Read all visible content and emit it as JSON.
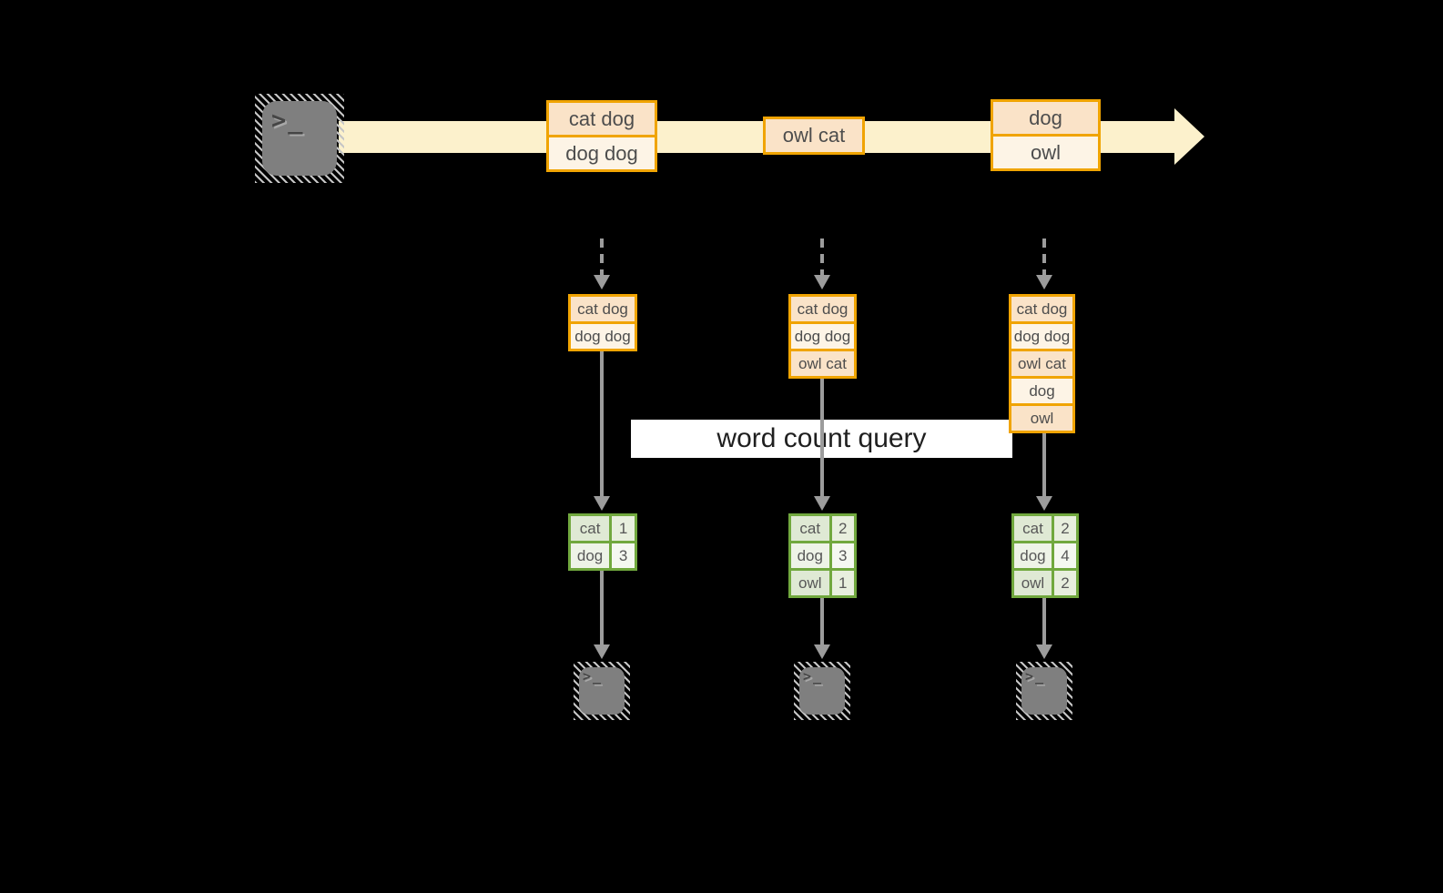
{
  "diagram": {
    "query_label": "word count query",
    "stream": {
      "batches": [
        {
          "cells": [
            "cat dog",
            "dog dog"
          ]
        },
        {
          "cells": [
            "owl cat"
          ]
        },
        {
          "cells": [
            "dog",
            "owl"
          ]
        }
      ]
    },
    "columns": [
      {
        "state": [
          "cat dog",
          "dog dog"
        ],
        "counts": [
          {
            "word": "cat",
            "count": "1"
          },
          {
            "word": "dog",
            "count": "3"
          }
        ]
      },
      {
        "state": [
          "cat dog",
          "dog dog",
          "owl cat"
        ],
        "counts": [
          {
            "word": "cat",
            "count": "2"
          },
          {
            "word": "dog",
            "count": "3"
          },
          {
            "word": "owl",
            "count": "1"
          }
        ]
      },
      {
        "state": [
          "cat dog",
          "dog dog",
          "owl cat",
          "dog",
          "owl"
        ],
        "counts": [
          {
            "word": "cat",
            "count": "2"
          },
          {
            "word": "dog",
            "count": "4"
          },
          {
            "word": "owl",
            "count": "2"
          }
        ]
      }
    ],
    "icons": {
      "terminal_glyph": ">_"
    },
    "colors": {
      "stream_band": "#FCF1CC",
      "box_border": "#F0A402",
      "cell_dark": "#FAE3C8",
      "cell_light": "#FDF4E6",
      "table_border": "#71A83E",
      "table_cell_dark": "#DFE9D4",
      "table_cell_light": "#EEF3E7",
      "arrow": "#9C9C9C",
      "terminal_body": "#7F7F7F",
      "query_bg": "#FFFFFF"
    }
  }
}
